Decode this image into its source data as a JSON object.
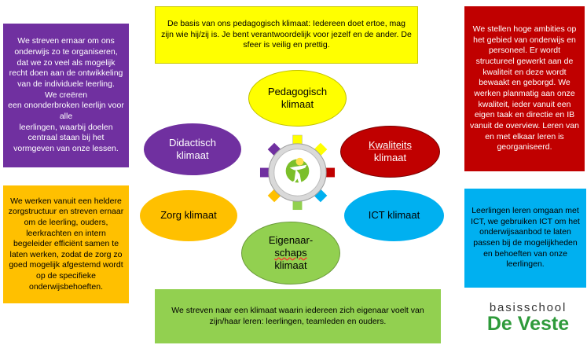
{
  "boxes": {
    "purple": "We streven ernaar om ons onderwijs zo te organiseren, dat we zo veel als mogelijk recht doen aan de ontwikkeling van de individuele leerling.\nWe creëren\neen ononderbroken leerlijn voor alle\nleerlingen, waarbij doelen centraal staan bij het vormgeven van onze lessen.",
    "yellow_top": "De basis van ons pedagogisch klimaat: Iedereen doet ertoe, mag zijn wie hij/zij is. Je bent verantwoordelijk voor jezelf en de ander. De sfeer is veilig en prettig.",
    "red": "We stellen hoge ambities op het gebied van onderwijs en personeel. Er wordt structureel gewerkt aan de kwaliteit en deze wordt bewaakt en geborgd. We werken planmatig aan onze kwaliteit, ieder vanuit een eigen taak en directie en IB vanuit de overview. Leren van en met elkaar leren is georganiseerd.",
    "orange": "We werken vanuit een heldere zorgstructuur en streven ernaar om de leerling, ouders, leerkrachten en intern begeleider efficiënt samen te laten werken, zodat de zorg zo goed mogelijk afgestemd wordt op de specifieke onderwijsbehoeften.",
    "blue": "Leerlingen leren omgaan met ICT, we gebruiken ICT om het onderwijsaanbod te laten passen bij de mogelijkheden en behoeften van onze leerlingen.",
    "green": "We streven naar een klimaat waarin iedereen zich eigenaar voelt van zijn/haar leren: leerlingen, teamleden en ouders."
  },
  "ellipses": {
    "pedagogisch": "Pedagogisch\nklimaat",
    "didactisch": "Didactisch\nklimaat",
    "kwaliteits_word": "Kwaliteits",
    "kwaliteits_rest": "klimaat",
    "zorg": "Zorg klimaat",
    "ict": "ICT klimaat",
    "eigen_1": "Eigenaar-",
    "eigen_2": "schaps",
    "eigen_3": "klimaat"
  },
  "logo": {
    "line1": "basisschool",
    "line2": "De Veste"
  },
  "colors": {
    "purple": "#7030a0",
    "yellow": "#ffff00",
    "red": "#c00000",
    "orange": "#ffc000",
    "blue": "#00b0f0",
    "green": "#92d050",
    "logo_green": "#2e9a3a"
  },
  "icons": {
    "center": "gear-with-person-icon"
  }
}
